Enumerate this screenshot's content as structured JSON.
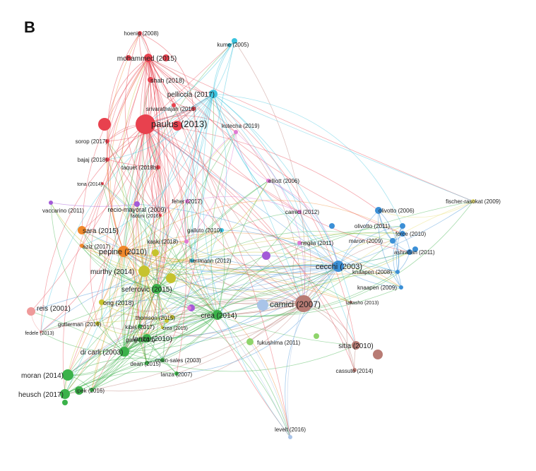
{
  "panel_letter": "B",
  "clusters": {
    "red": "#e8414e",
    "cyan": "#3bc3de",
    "pink": "#e07ad4",
    "purple": "#a35ad8",
    "orange": "#f0882a",
    "yellow": "#c6c32e",
    "green": "#3bb24a",
    "lightgreen": "#8ed46a",
    "blue": "#3b8fd6",
    "brown": "#b87b74",
    "lightblue": "#a9c4e8",
    "salmon": "#ef9a9a",
    "paleyellow": "#ebe27a"
  },
  "nodes": [
    {
      "id": "paulus",
      "label": "paulus (2013)",
      "c": "red",
      "s": 14,
      "f": 13
    },
    {
      "id": "mohammed",
      "label": "mohammed (2015)",
      "c": "red",
      "s": 6,
      "f": 10
    },
    {
      "id": "hoenig",
      "label": "hoenig (2008)",
      "c": "red",
      "s": 3,
      "f": 8
    },
    {
      "id": "shah",
      "label": "shah (2018)",
      "c": "red",
      "s": 4,
      "f": 9
    },
    {
      "id": "srivarathajah",
      "label": "srivarathajah (2016)",
      "c": "red",
      "s": 3,
      "f": 8
    },
    {
      "id": "sorop",
      "label": "sorop (2017)",
      "c": "red",
      "s": 3,
      "f": 8
    },
    {
      "id": "bajaj",
      "label": "bajaj (2018)",
      "c": "red",
      "s": 3,
      "f": 8
    },
    {
      "id": "taquet",
      "label": "taquet (2018b)",
      "c": "red",
      "s": 3,
      "f": 8
    },
    {
      "id": "tona",
      "label": "tona (2014)",
      "c": "red",
      "s": 2,
      "f": 7
    },
    {
      "id": "faccini",
      "label": "faccini (2016)",
      "c": "red",
      "s": 2,
      "f": 7
    },
    {
      "id": "kume",
      "label": "kume (2005)",
      "c": "cyan",
      "s": 4,
      "f": 8
    },
    {
      "id": "pelliccia",
      "label": "pelliccia (2017)",
      "c": "cyan",
      "s": 6,
      "f": 10
    },
    {
      "id": "galluto",
      "label": "galluto (2010)",
      "c": "cyan",
      "s": 3,
      "f": 8
    },
    {
      "id": "herrmann",
      "label": "herrmann (2012)",
      "c": "cyan",
      "s": 3,
      "f": 8
    },
    {
      "id": "kotecha",
      "label": "kotecha (2019)",
      "c": "pink",
      "s": 3,
      "f": 8
    },
    {
      "id": "elliott",
      "label": "elliott (2006)",
      "c": "pink",
      "s": 3,
      "f": 8
    },
    {
      "id": "feher",
      "label": "feher (2017)",
      "c": "pink",
      "s": 3,
      "f": 8
    },
    {
      "id": "camici2012",
      "label": "camici (2012)",
      "c": "pink",
      "s": 3,
      "f": 8
    },
    {
      "id": "neglia",
      "label": "neglia (2011)",
      "c": "pink",
      "s": 3,
      "f": 8
    },
    {
      "id": "kaski",
      "label": "kaski (2018)",
      "c": "pink",
      "s": 3,
      "f": 8
    },
    {
      "id": "vaccarino",
      "label": "vaccarino (2011)",
      "c": "purple",
      "s": 3,
      "f": 8
    },
    {
      "id": "reciomayoral",
      "label": "recio-mayoral (2009)",
      "c": "purple",
      "s": 4,
      "f": 9
    },
    {
      "id": "sara",
      "label": "sara (2015)",
      "c": "orange",
      "s": 6,
      "f": 10
    },
    {
      "id": "aziz",
      "label": "aziz (2017)",
      "c": "orange",
      "s": 3,
      "f": 8
    },
    {
      "id": "pepine",
      "label": "pepine (2010)",
      "c": "orange",
      "s": 8,
      "f": 11
    },
    {
      "id": "murthy",
      "label": "murthy (2014)",
      "c": "yellow",
      "s": 8,
      "f": 10
    },
    {
      "id": "seferovic",
      "label": "seferovic (2015)",
      "c": "green",
      "s": 7,
      "f": 10
    },
    {
      "id": "ong",
      "label": "ong (2018)",
      "c": "yellow",
      "s": 4,
      "f": 9
    },
    {
      "id": "reis",
      "label": "reis (2001)",
      "c": "salmon",
      "s": 6,
      "f": 10
    },
    {
      "id": "gutterman",
      "label": "gutterman (2016)",
      "c": "yellow",
      "s": 3,
      "f": 8
    },
    {
      "id": "fedele",
      "label": "fedele (2013)",
      "c": "salmon",
      "s": 2,
      "f": 7
    },
    {
      "id": "thomson",
      "label": "thomson (2015)",
      "c": "yellow",
      "s": 3,
      "f": 8
    },
    {
      "id": "kibel",
      "label": "kibel (2017)",
      "c": "green",
      "s": 3,
      "f": 8
    },
    {
      "id": "crea2019",
      "label": "crea (2019)",
      "c": "yellow",
      "s": 2,
      "f": 7
    },
    {
      "id": "crea2014",
      "label": "crea (2014)",
      "c": "green",
      "s": 7,
      "f": 10
    },
    {
      "id": "garg",
      "label": "garg (2015)",
      "c": "green",
      "s": 3,
      "f": 8
    },
    {
      "id": "lanza2010",
      "label": "lanza (2010)",
      "c": "green",
      "s": 6,
      "f": 10
    },
    {
      "id": "dicarli",
      "label": "di carli (2003)",
      "c": "green",
      "s": 7,
      "f": 10
    },
    {
      "id": "dean",
      "label": "dean (2015)",
      "c": "green",
      "s": 3,
      "f": 8
    },
    {
      "id": "cosinsales",
      "label": "cosin-sales (2003)",
      "c": "green",
      "s": 3,
      "f": 8
    },
    {
      "id": "lanza2007",
      "label": "lanza (2007)",
      "c": "green",
      "s": 3,
      "f": 8
    },
    {
      "id": "moran",
      "label": "moran (2014)",
      "c": "green",
      "s": 8,
      "f": 10
    },
    {
      "id": "ipek",
      "label": "ipek (2016)",
      "c": "green",
      "s": 3,
      "f": 8
    },
    {
      "id": "heusch",
      "label": "heusch (2017)",
      "c": "green",
      "s": 7,
      "f": 10
    },
    {
      "id": "fukushima",
      "label": "fukushima (2011)",
      "c": "lightgreen",
      "s": 5,
      "f": 8
    },
    {
      "id": "camici2007",
      "label": "camici (2007)",
      "c": "brown",
      "s": 12,
      "f": 12
    },
    {
      "id": "cecchi",
      "label": "cecchi (2003)",
      "c": "blue",
      "s": 8,
      "f": 11
    },
    {
      "id": "olivotto2006",
      "label": "olivotto (2006)",
      "c": "blue",
      "s": 5,
      "f": 8
    },
    {
      "id": "olivotto2011",
      "label": "olivotto (2011)",
      "c": "blue",
      "s": 4,
      "f": 8
    },
    {
      "id": "force",
      "label": "force (2010)",
      "c": "blue",
      "s": 4,
      "f": 8
    },
    {
      "id": "maron",
      "label": "maron (2009)",
      "c": "blue",
      "s": 4,
      "f": 8
    },
    {
      "id": "ashrafian",
      "label": "ashrafian (2011)",
      "c": "blue",
      "s": 4,
      "f": 8
    },
    {
      "id": "knaapen2008",
      "label": "knaapen (2008)",
      "c": "blue",
      "s": 3,
      "f": 8
    },
    {
      "id": "knaapen2009",
      "label": "knaapen (2009)",
      "c": "blue",
      "s": 3,
      "f": 8
    },
    {
      "id": "lakasho",
      "label": "lakasho (2013)",
      "c": "brown",
      "s": 2,
      "f": 7
    },
    {
      "id": "fischer",
      "label": "fischer-rasokat (2009)",
      "c": "paleyellow",
      "s": 3,
      "f": 8
    },
    {
      "id": "sitia",
      "label": "sitia (2010)",
      "c": "brown",
      "s": 6,
      "f": 10
    },
    {
      "id": "cassuto",
      "label": "cassuto (2014)",
      "c": "brown",
      "s": 3,
      "f": 8
    },
    {
      "id": "levelt",
      "label": "levelt (2016)",
      "c": "lightblue",
      "s": 3,
      "f": 8
    }
  ]
}
